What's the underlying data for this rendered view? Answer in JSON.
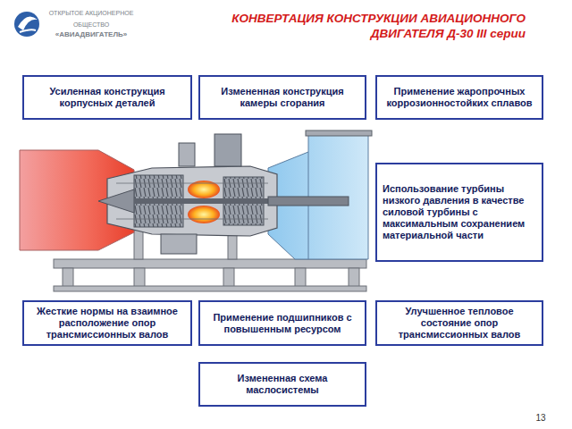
{
  "diagram": {
    "title": "КОНВЕРТАЦИЯ КОНСТРУКЦИИ АВИАЦИОННОГО ДВИГАТЕЛЯ Д-30 III серии",
    "nodes": [
      {
        "text": [
          "Усиленная конструкция корпусных деталей"
        ]
      },
      {
        "text": [
          "Измененная конструкция камеры сгорания"
        ]
      },
      {
        "text": [
          "Применение жаропрочных коррозионностойких сплавов"
        ]
      },
      {
        "text": [
          "Использование турбины низкого давления в качестве силовой турбины с максимальным сохранением материальной части"
        ]
      },
      {
        "text": [
          "Жесткие нормы на взаимное расположение опор трансмиссионных валов"
        ]
      },
      {
        "text": [
          "Применение подшипников с повышенным ресурсом"
        ]
      },
      {
        "text": [
          "Улучшенное тепловое состояние опор трансмиссионных валов"
        ]
      },
      {
        "text": [
          "Измененная схема маслосистемы"
        ]
      }
    ],
    "labels": [
      "ОТКРЫТОЕ АКЦИОНЕРНОЕ",
      "ОБЩЕСТВО",
      "«АВИАДВИГАТЕЛЬ»",
      "13"
    ]
  }
}
